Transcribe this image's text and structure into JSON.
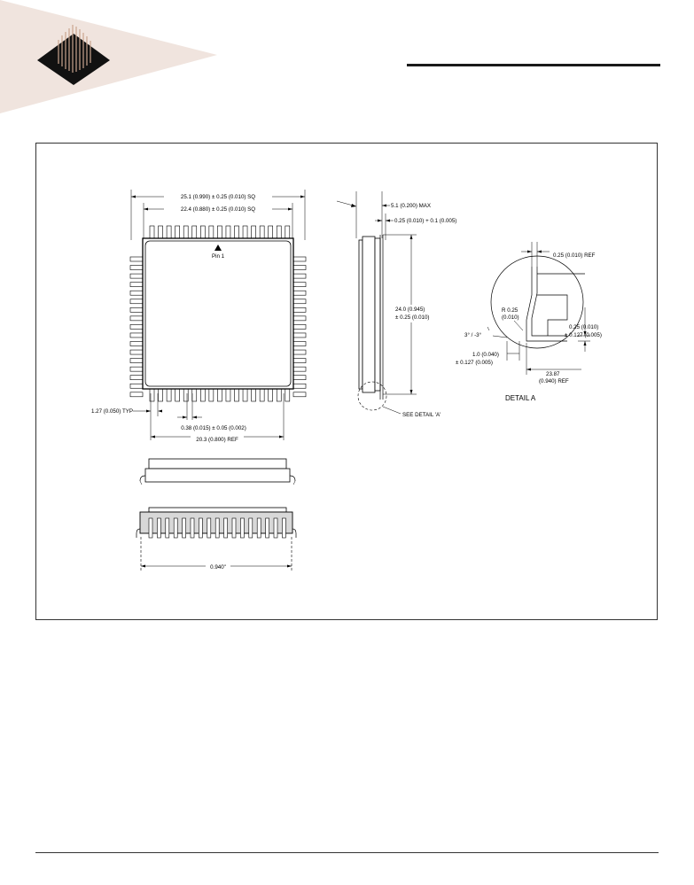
{
  "colors": {
    "logo_band": "#f0e4de",
    "logo_block": "#111111",
    "logo_pins": "#c9a58e",
    "lead_fill": "#ffffff",
    "body_fill": "#d8d8d8"
  },
  "icons": {
    "logo": "quad-pack-logo-icon",
    "pin1": "pin1-triangle-icon"
  },
  "top_view": {
    "dim_overall": "25.1 (0.990) ± 0.25 (0.010) SQ",
    "dim_body": "22.4 (0.880) ± 0.25 (0.010) SQ",
    "pin1_label": "Pin 1",
    "pitch": "1.27 (0.050) TYP",
    "lead_width": "0.38 (0.015) ± 0.05 (0.002)",
    "lead_span": "20.3 (0.800) REF"
  },
  "side_view": {
    "height_max": "5.1 (0.200) MAX",
    "standoff": "0.25 (0.010) + 0.1 (0.005)",
    "length_line1": "24.0 (0.945)",
    "length_line2": "± 0.25 (0.010)",
    "see_detail": "SEE DETAIL 'A'"
  },
  "detail_a": {
    "lead_thickness": "0.25 (0.010) REF",
    "radius_line1": "R 0.25",
    "radius_line2": "(0.010)",
    "angle": "3° / -3°",
    "foot_line1": "1.0 (0.040)",
    "foot_line2": "± 0.127 (0.005)",
    "offset_line1": "0.25 (0.010)",
    "offset_line2": "± 0.127 (0.005)",
    "span_line1": "23.87",
    "span_line2": "(0.940) REF",
    "title": "DETAIL A"
  },
  "bottom_view": {
    "width": "0.940\""
  }
}
